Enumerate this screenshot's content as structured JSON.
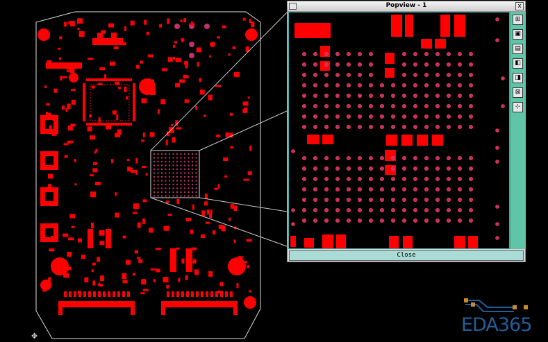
{
  "popview": {
    "title": "Popview - 1",
    "close_glyph": "x",
    "close_label": "Close",
    "toolbar": [
      {
        "name": "zoom-fit-icon",
        "glyph": "⊞"
      },
      {
        "name": "zoom-in-icon",
        "glyph": "▣"
      },
      {
        "name": "zoom-out-icon",
        "glyph": "▤"
      },
      {
        "name": "pan-left-icon",
        "glyph": "◧"
      },
      {
        "name": "pan-right-icon",
        "glyph": "◨"
      },
      {
        "name": "fit-window-icon",
        "glyph": "⊠"
      },
      {
        "name": "expand-icon",
        "glyph": "⊹"
      }
    ]
  },
  "logo": {
    "text": "EDA365",
    "color": "#1f5f9a"
  },
  "colors": {
    "pad": "#ff0000",
    "via": "#c0306a",
    "outline": "#e0e0e0",
    "background": "#000000"
  }
}
